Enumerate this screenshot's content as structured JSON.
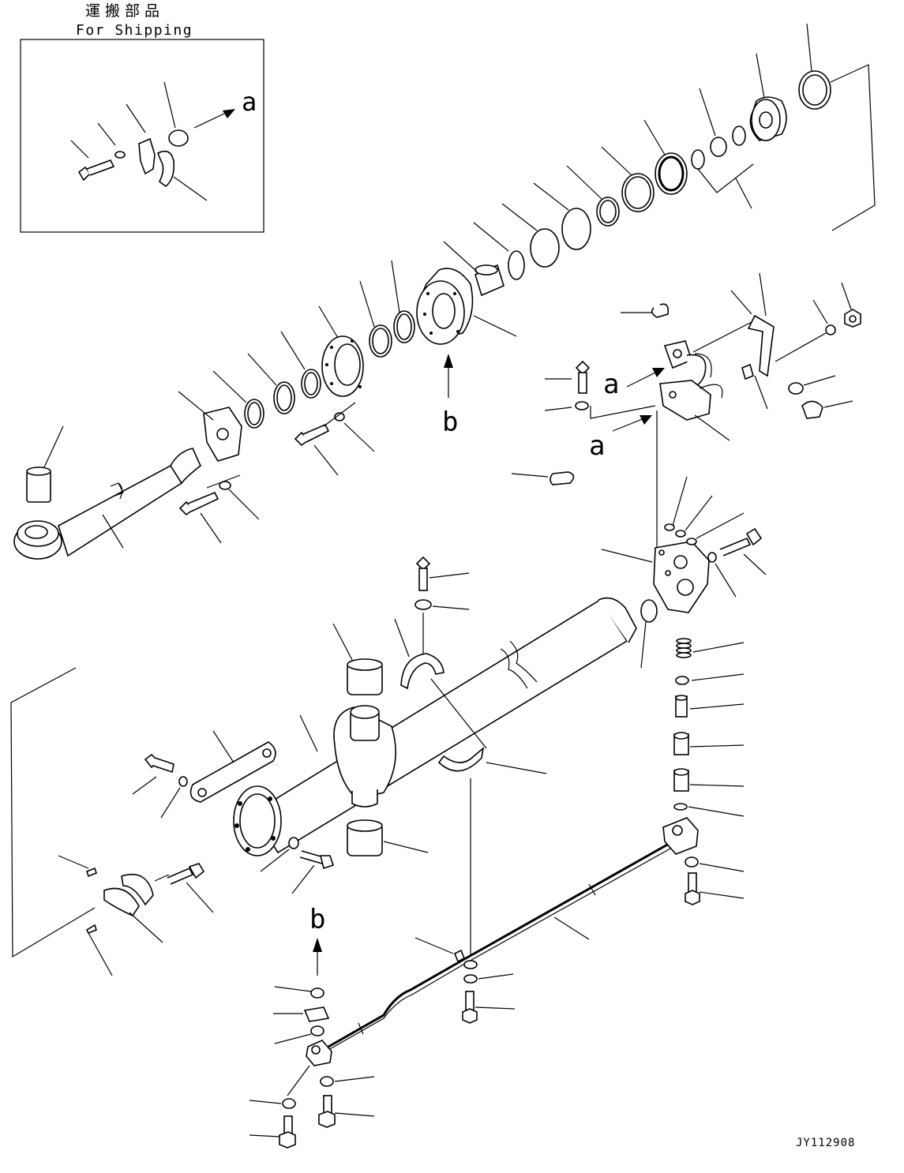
{
  "shipping_box": {
    "title_jp": "運搬部品",
    "title_en": "For Shipping"
  },
  "view_markers": {
    "a": "a",
    "b": "b"
  },
  "drawing_number": "JY112908"
}
